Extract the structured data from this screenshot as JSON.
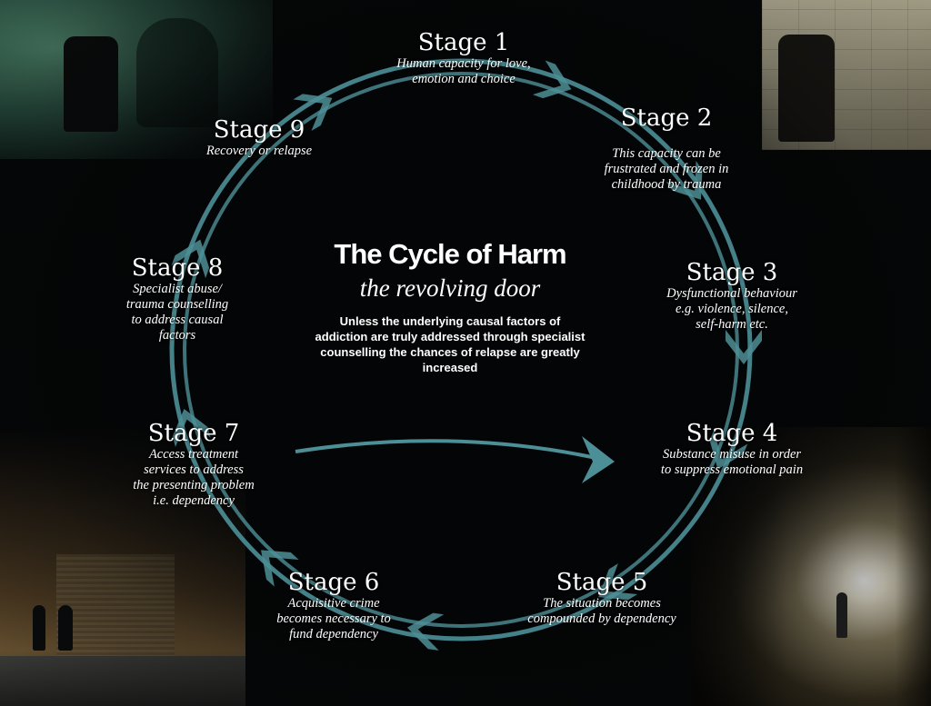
{
  "diagram": {
    "title": "The Cycle of Harm",
    "subtitle": "the revolving door",
    "description": "Unless the underlying causal factors of addiction are truly addressed through specialist counselling the chances of relapse are greatly increased",
    "accent_color": "#4d8f97",
    "stages": [
      {
        "title": "Stage 1",
        "desc": [
          "Human capacity for love,",
          "emotion and choice"
        ]
      },
      {
        "title": "Stage 2",
        "desc": [
          "This capacity can be",
          "frustrated and frozen in",
          "childhood by trauma"
        ]
      },
      {
        "title": "Stage 3",
        "desc": [
          "Dysfunctional behaviour",
          "e.g. violence, silence,",
          "self-harm etc."
        ]
      },
      {
        "title": "Stage 4",
        "desc": [
          "Substance misuse in order",
          "to suppress emotional pain"
        ]
      },
      {
        "title": "Stage 5",
        "desc": [
          "The situation becomes",
          "compounded by dependency"
        ]
      },
      {
        "title": "Stage 6",
        "desc": [
          "Acquisitive crime",
          "becomes necessary to",
          "fund dependency"
        ]
      },
      {
        "title": "Stage 7",
        "desc": [
          "Access treatment",
          "services to address",
          "the presenting problem",
          "i.e. dependency"
        ]
      },
      {
        "title": "Stage 8",
        "desc": [
          "Specialist abuse/",
          "trauma counselling",
          "to address causal",
          "factors"
        ]
      },
      {
        "title": "Stage 9",
        "desc": [
          "Recovery or relapse"
        ]
      }
    ]
  }
}
